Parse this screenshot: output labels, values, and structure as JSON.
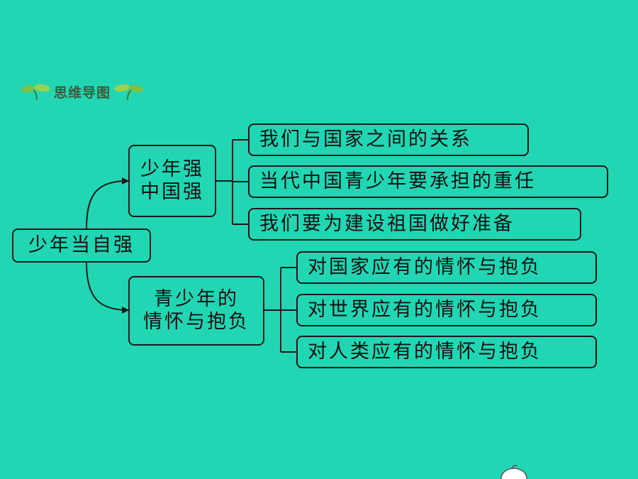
{
  "header": {
    "title": "思维导图"
  },
  "mindmap": {
    "root": "少年当自强",
    "branches": [
      {
        "label_line1": "少年强",
        "label_line2": "中国强",
        "children": [
          "我们与国家之间的关系",
          "当代中国青少年要承担的重任",
          "我们要为建设祖国做好准备"
        ]
      },
      {
        "label_line1": "青少年的",
        "label_line2": "情怀与抱负",
        "children": [
          "对国家应有的情怀与抱负",
          "对世界应有的情怀与抱负",
          "对人类应有的情怀与抱负"
        ]
      }
    ]
  },
  "colors": {
    "background": "#22d5b3",
    "line": "#1a1a1a",
    "header_text": "#3d5a3a"
  }
}
